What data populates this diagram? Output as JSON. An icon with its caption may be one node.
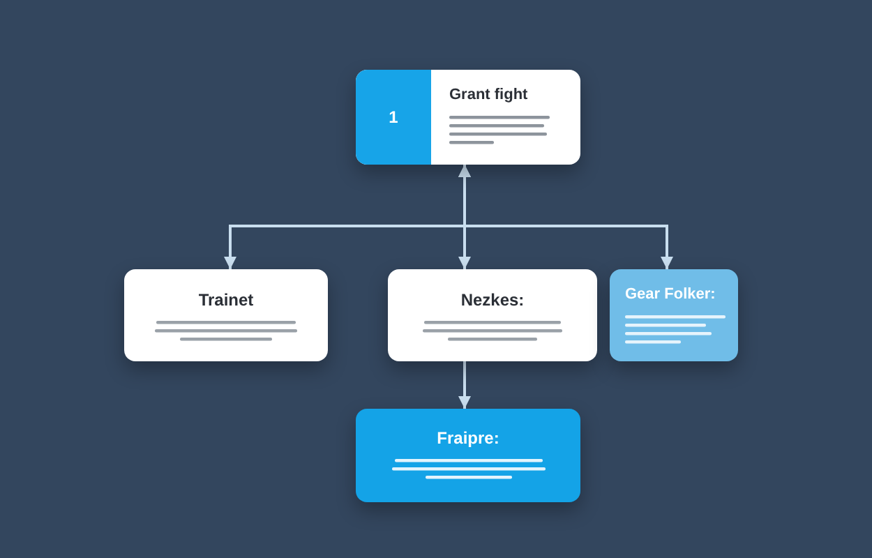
{
  "diagram": {
    "nodes": [
      {
        "text": [
          "1",
          "Grant fight"
        ]
      },
      {
        "text": [
          "Trainet"
        ]
      },
      {
        "text": [
          "Nezkes:"
        ]
      },
      {
        "text": [
          "Gear Folker:"
        ]
      },
      {
        "text": [
          "Fraipre:"
        ]
      }
    ],
    "edges": [
      {
        "from": 0,
        "to": 1,
        "arrow": "both"
      },
      {
        "from": 0,
        "to": 2,
        "arrow": "both"
      },
      {
        "from": 0,
        "to": 3,
        "arrow": "both"
      },
      {
        "from": 2,
        "to": 4,
        "arrow": "to"
      }
    ]
  }
}
